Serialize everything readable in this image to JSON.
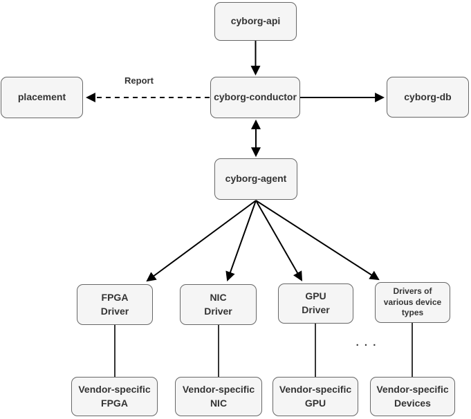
{
  "diagram": {
    "nodes": {
      "api": {
        "label": "cyborg-api"
      },
      "placement": {
        "label": "placement"
      },
      "conductor": {
        "label": "cyborg-conductor"
      },
      "db": {
        "label": "cyborg-db"
      },
      "agent": {
        "label": "cyborg-agent"
      },
      "fpga_driver": {
        "line1": "FPGA",
        "line2": "Driver"
      },
      "nic_driver": {
        "line1": "NIC",
        "line2": "Driver"
      },
      "gpu_driver": {
        "line1": "GPU",
        "line2": "Driver"
      },
      "various_driver": {
        "line1": "Drivers of",
        "line2": "various device",
        "line3": "types"
      },
      "vendor_fpga": {
        "line1": "Vendor-specific",
        "line2": "FPGA"
      },
      "vendor_nic": {
        "line1": "Vendor-specific",
        "line2": "NIC"
      },
      "vendor_gpu": {
        "line1": "Vendor-specific",
        "line2": "GPU"
      },
      "vendor_devices": {
        "line1": "Vendor-specific",
        "line2": "Devices"
      }
    },
    "labels": {
      "report": "Report",
      "ellipsis": ". . ."
    },
    "colors": {
      "background": "#ffffff",
      "box_fill": "#f5f5f5",
      "box_border": "#666666",
      "text": "#333333",
      "arrow": "#000000"
    }
  }
}
